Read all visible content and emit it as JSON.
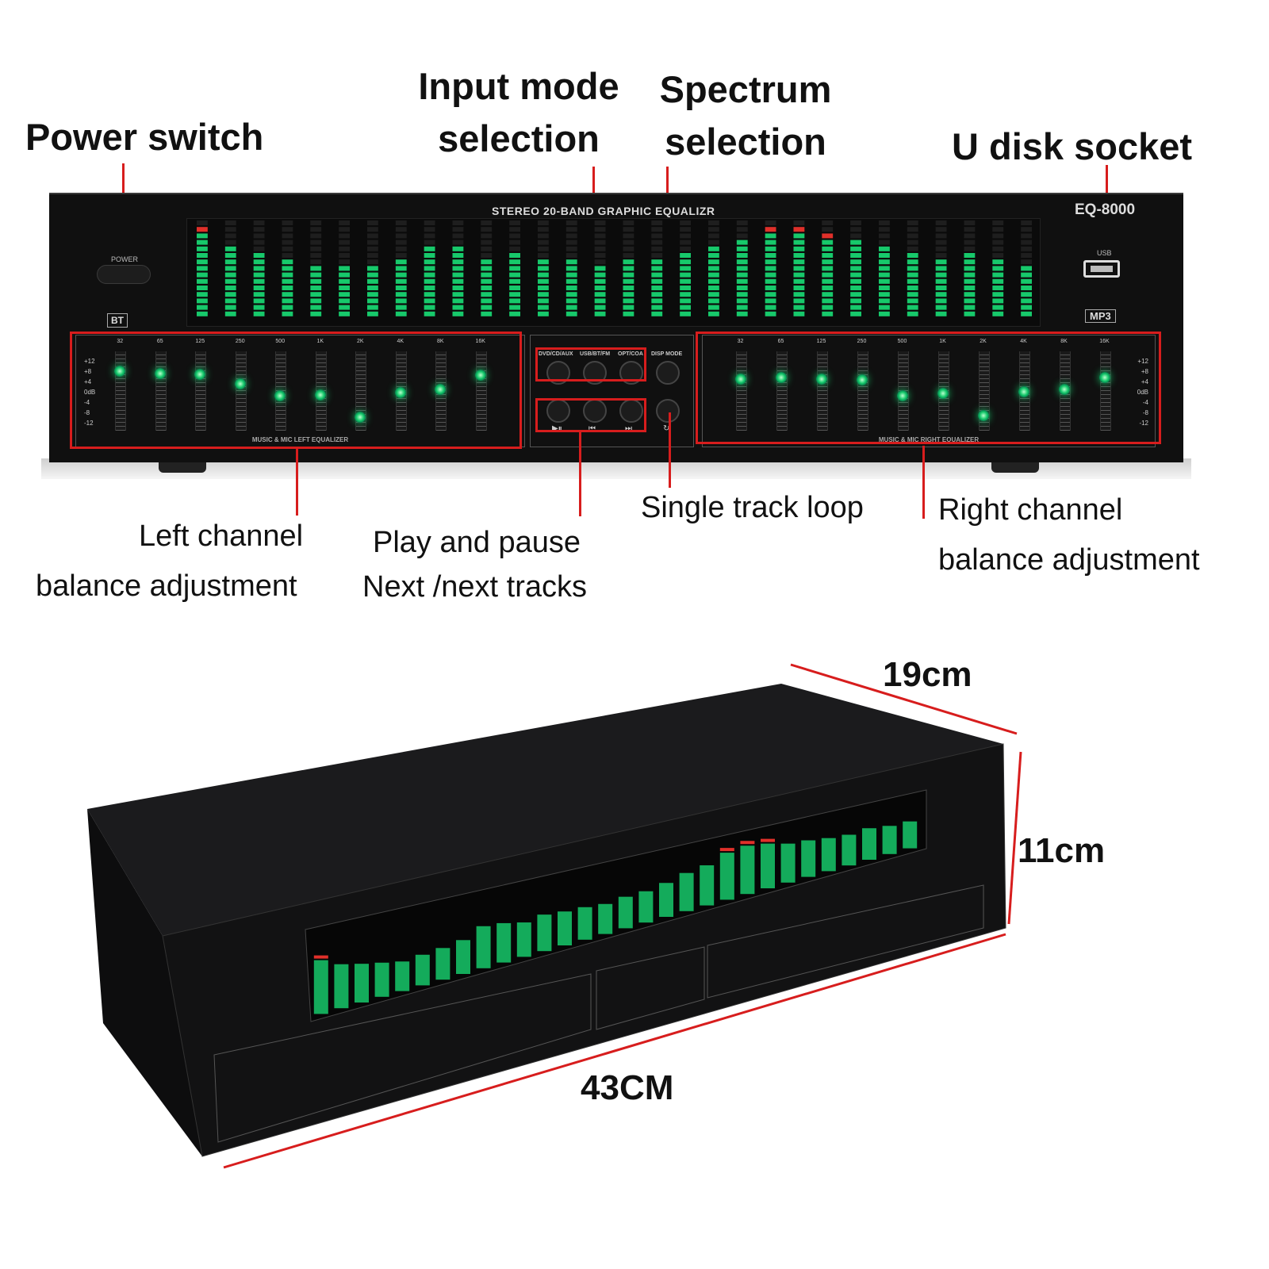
{
  "callouts": {
    "power_switch": "Power switch",
    "input_mode_l1": "Input mode",
    "input_mode_l2": "selection",
    "spectrum_l1": "Spectrum",
    "spectrum_l2": "selection",
    "u_disk": "U disk socket",
    "left_l1": "Left channel",
    "left_l2": "balance adjustment",
    "play_l1": "Play and pause",
    "play_l2": "Next /next tracks",
    "single_loop": "Single track loop",
    "right_l1": "Right channel",
    "right_l2": "balance adjustment"
  },
  "panel": {
    "title": "STEREO 20-BAND GRAPHIC EQUALIZR",
    "model": "EQ-8000",
    "power_label": "POWER",
    "bt_badge": "BT",
    "mp3_badge": "MP3",
    "usb_label": "USB",
    "left_section_title": "MUSIC & MIC LEFT EQUALIZER",
    "right_section_title": "MUSIC & MIC RIGHT EQUALIZER",
    "frequencies": [
      "32",
      "65",
      "125",
      "250",
      "500",
      "1K",
      "2K",
      "4K",
      "8K",
      "16K"
    ],
    "db_scale": [
      "+12",
      "+8",
      "+4",
      "0dB",
      "-4",
      "-8",
      "-12"
    ],
    "control_labels": [
      "DVD/CD/AUX",
      "USB/BT/FM",
      "OPT/COA",
      "DISP MODE"
    ],
    "transport_symbols": [
      "▶⏸",
      "⏮",
      "⏭",
      "↻"
    ],
    "left_slider_levels": [
      0.8,
      0.77,
      0.76,
      0.63,
      0.47,
      0.48,
      0.17,
      0.51,
      0.55,
      0.75
    ],
    "right_slider_levels": [
      0.7,
      0.72,
      0.7,
      0.69,
      0.47,
      0.5,
      0.2,
      0.52,
      0.55,
      0.72
    ],
    "spectrum_levels": [
      0.85,
      0.7,
      0.62,
      0.55,
      0.48,
      0.5,
      0.52,
      0.56,
      0.7,
      0.66,
      0.58,
      0.62,
      0.58,
      0.56,
      0.52,
      0.55,
      0.55,
      0.6,
      0.68,
      0.72,
      0.85,
      0.88,
      0.82,
      0.72,
      0.68,
      0.62,
      0.58,
      0.6,
      0.54,
      0.52
    ]
  },
  "dimensions": {
    "depth": "19cm",
    "height": "11cm",
    "width": "43CM"
  },
  "colors": {
    "annotation_red": "#d71d1d",
    "led_green": "#17c96b",
    "led_peak_red": "#e0302a"
  }
}
